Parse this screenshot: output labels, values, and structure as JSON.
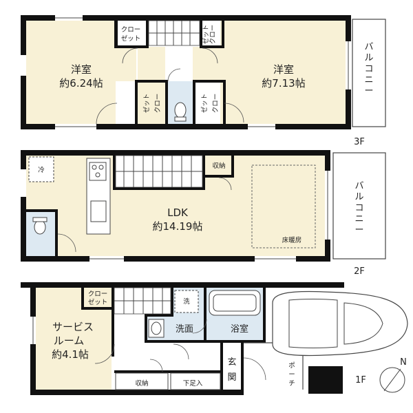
{
  "floors": {
    "f3": {
      "label": "3F",
      "west_room_name": "洋室",
      "west_room_size": "約6.24帖",
      "east_room_name": "洋室",
      "east_room_size": "約7.13帖",
      "closet_a_line1": "クロー",
      "closet_a_line2": "ゼット",
      "closet_b_line1": "クロー",
      "closet_b_line2": "ゼット",
      "closet_c_line1": "クロー",
      "closet_c_line2": "ゼット",
      "closet_d_line1": "クロー",
      "closet_d_line2": "ゼット",
      "balcony": [
        "バ",
        "ル",
        "コ",
        "ニ",
        "ー"
      ]
    },
    "f2": {
      "label": "2F",
      "ldk_name": "LDK",
      "ldk_size": "約14.19帖",
      "storage": "収納",
      "floor_heating": "床暖房",
      "fridge": "冷",
      "balcony": [
        "バ",
        "ル",
        "コ",
        "ニ",
        "ー"
      ]
    },
    "f1": {
      "label": "1F",
      "service_room_line1": "サービス",
      "service_room_line2": "ルーム",
      "service_room_size": "約4.1帖",
      "closet_line1": "クロー",
      "closet_line2": "ゼット",
      "laundry": "洗",
      "washroom": "洗面",
      "bathroom": "浴室",
      "entrance": [
        "玄",
        "関"
      ],
      "porch": [
        "ポ",
        "ー",
        "チ"
      ],
      "storage": "収納",
      "shoe_storage": "下足入"
    }
  },
  "compass": "N"
}
